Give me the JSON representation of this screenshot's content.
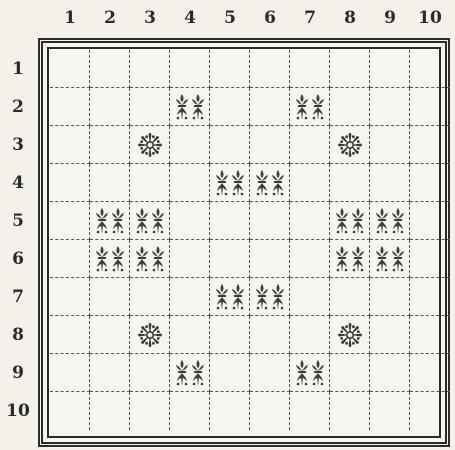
{
  "board": {
    "columns": [
      "1",
      "2",
      "3",
      "4",
      "5",
      "6",
      "7",
      "8",
      "9",
      "10"
    ],
    "rows": [
      "1",
      "2",
      "3",
      "4",
      "5",
      "6",
      "7",
      "8",
      "9",
      "10"
    ],
    "piece_color": "#3c3c3c",
    "border_color": "#2b2b2b",
    "pieces": [
      {
        "row": 2,
        "col": 4,
        "kind": "fleur"
      },
      {
        "row": 2,
        "col": 7,
        "kind": "fleur"
      },
      {
        "row": 3,
        "col": 3,
        "kind": "star"
      },
      {
        "row": 3,
        "col": 8,
        "kind": "star"
      },
      {
        "row": 4,
        "col": 5,
        "kind": "fleur"
      },
      {
        "row": 4,
        "col": 6,
        "kind": "fleur"
      },
      {
        "row": 5,
        "col": 2,
        "kind": "fleur"
      },
      {
        "row": 5,
        "col": 3,
        "kind": "fleur"
      },
      {
        "row": 5,
        "col": 8,
        "kind": "fleur"
      },
      {
        "row": 5,
        "col": 9,
        "kind": "fleur"
      },
      {
        "row": 6,
        "col": 2,
        "kind": "fleur"
      },
      {
        "row": 6,
        "col": 3,
        "kind": "fleur"
      },
      {
        "row": 6,
        "col": 8,
        "kind": "fleur"
      },
      {
        "row": 6,
        "col": 9,
        "kind": "fleur"
      },
      {
        "row": 7,
        "col": 5,
        "kind": "fleur"
      },
      {
        "row": 7,
        "col": 6,
        "kind": "fleur"
      },
      {
        "row": 8,
        "col": 3,
        "kind": "star"
      },
      {
        "row": 8,
        "col": 8,
        "kind": "star"
      },
      {
        "row": 9,
        "col": 4,
        "kind": "fleur"
      },
      {
        "row": 9,
        "col": 7,
        "kind": "fleur"
      }
    ]
  }
}
